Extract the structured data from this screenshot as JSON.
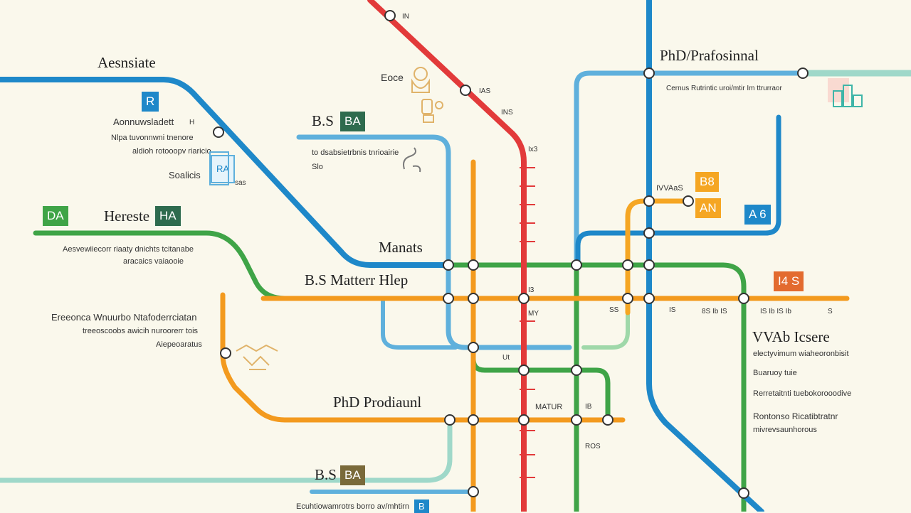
{
  "colors": {
    "background": "#faf8ec",
    "red": "#e23a3a",
    "blue": "#1e88c9",
    "light_blue": "#5fb0dc",
    "green": "#3fa447",
    "orange": "#f39a1e",
    "mustard": "#e0a43a",
    "teal_light": "#9fd8c9",
    "dark_green": "#2e6b4e",
    "olive": "#7a6a3a",
    "rust": "#e36b2f"
  },
  "icons": [
    "graduate-icon",
    "books-icon",
    "scroll-icon",
    "graduation-cap-icon",
    "document-icon",
    "handshake-icon"
  ],
  "headings": {
    "associate": "Aesnsiate",
    "phd_professional_top": "PhD/Prafosinnal",
    "bs_top": "B.S",
    "hereste": "Hereste",
    "masters": "Manats",
    "bs_master": "B.S Matterr Hlep",
    "phd_professional_mid": "PhD Prodiaunl",
    "bs_bottom": "B.S",
    "vuab": "VVAb Icsere"
  },
  "badges": {
    "r": "R",
    "ba_top": "BA",
    "da": "DA",
    "ha": "HA",
    "ba_bottom": "BA",
    "b8": "B8",
    "an": "AN",
    "a6": "A 6",
    "i4s": "I4 S",
    "b_bottom": "B",
    "ra": "RA"
  },
  "labels": {
    "assoc_1": "Aonnuwsladett",
    "assoc_1b": "H",
    "assoc_2": "Nlpa tuvonnwni tnenore",
    "assoc_3": "aldioh rotooopv riaricio",
    "assoc_4": "Soalicis",
    "assoc_4b": "sas",
    "hereste_1": "Aesvewiiecorr riaaty dnichts tcitanabe",
    "hereste_2": "aracaics vaiaooie",
    "left_1": "Ereeonca Wnuurbo Ntafoderrciatan",
    "left_2": "treeoscoobs awicih nuroorerr tois",
    "left_3": "Aiepeoaratus",
    "eoce": "Eoce",
    "bs_desc_1": "to dsabsietrbnis tnrioairie",
    "bs_desc_2": "Slo",
    "red_1": "IN",
    "red_2": "IAS",
    "red_3": "INS",
    "red_4": "Ix3",
    "red_5": "I3",
    "red_6": "MY",
    "phd_desc": "Cernus Rutrintic uroi/mtir Im ttrurraor",
    "waa": "IVVAaS",
    "row_1": "SS",
    "row_2": "IS",
    "row_3": "8S Ib IS",
    "row_4": "IS Ib IS Ib",
    "row_5": "S",
    "vuab_1": "electyvimum wiaheoronbisit",
    "vuab_2": "Buaruoy tuie",
    "vuab_3": "Rerretaitnti tuebokorooodive",
    "vuab_4": "Rontonso Ricatibtratnr",
    "vuab_5": "mivrevsaunhorous",
    "ut": "Ut",
    "matur": "MATUR",
    "ib": "IB",
    "ros": "ROS",
    "bottom": "Ecuhtiowamrotrs borro av/mhtirn"
  }
}
